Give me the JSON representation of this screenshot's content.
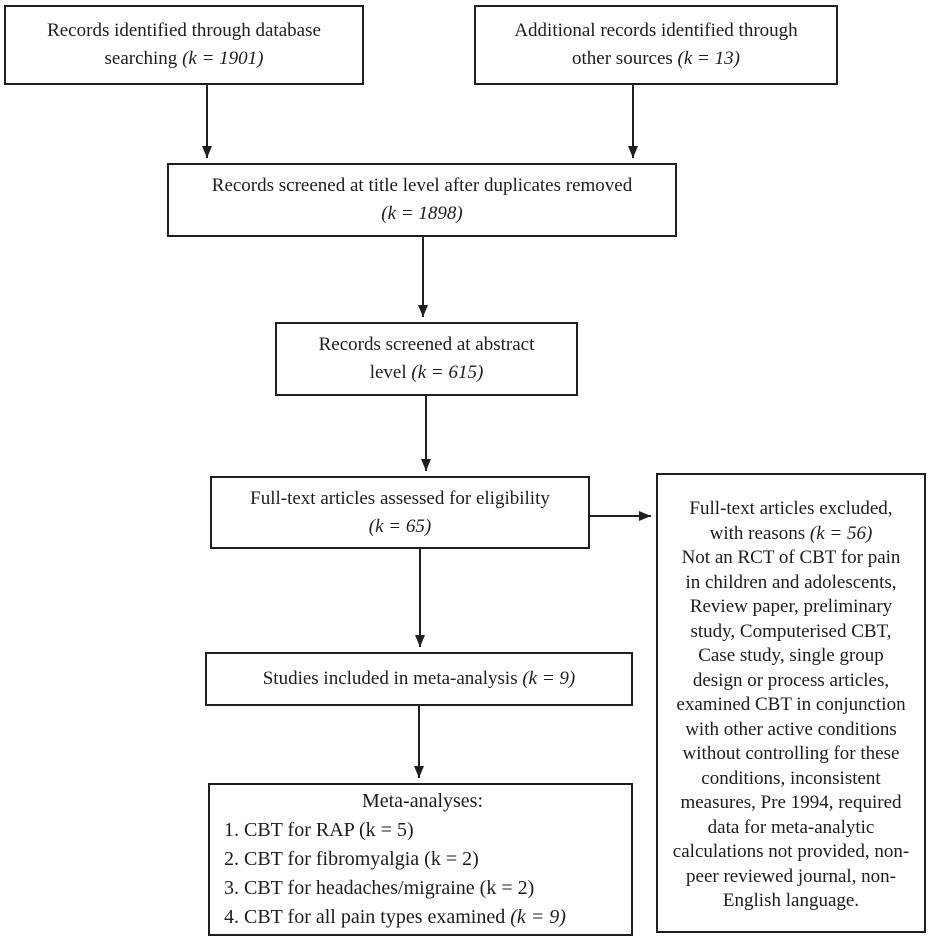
{
  "boxes": {
    "identified_db": {
      "line1": "Records identified through database",
      "line2": "searching ",
      "line2_k": "(k = 1901)"
    },
    "identified_other": {
      "line1": "Additional records identified through",
      "line2": "other sources ",
      "line2_k": "(k = 13)"
    },
    "title_screen": {
      "line1": "Records screened at title level after duplicates removed",
      "line2_k": "(k = 1898)"
    },
    "abstract_screen": {
      "line1": "Records screened at abstract",
      "line2": "level ",
      "line2_k": "(k = 615)"
    },
    "fulltext": {
      "line1": "Full-text articles assessed for eligibility",
      "line2_k": "(k = 65)"
    },
    "excluded": {
      "line1": "Full-text articles excluded,",
      "line2": "with reasons ",
      "line2_k": "(k = 56)",
      "body": "Not an RCT of CBT for pain in children and adolescents, Review paper, preliminary study, Computerised CBT, Case study, single group design or process articles, examined CBT in conjunction with other active conditions without controlling for these conditions, inconsistent measures, Pre 1994, required data for meta-analytic calculations not provided, non-peer reviewed journal, non-English language."
    },
    "included": {
      "line1": "Studies included in meta-analysis ",
      "line1_k": "(k = 9)"
    },
    "meta": {
      "title": "Meta-analyses:",
      "items": [
        {
          "text": "1. CBT for RAP (k = 5)",
          "italic": ""
        },
        {
          "text": "2. CBT for fibromyalgia (k = 2)",
          "italic": ""
        },
        {
          "text": "3. CBT for headaches/migraine (k = 2)",
          "italic": ""
        },
        {
          "text": "4. CBT for all pain types examined ",
          "italic": "(k = 9)"
        }
      ]
    }
  },
  "colors": {
    "line": "#1f1f1f",
    "background": "#ffffff",
    "text": "#1c1c1c"
  }
}
